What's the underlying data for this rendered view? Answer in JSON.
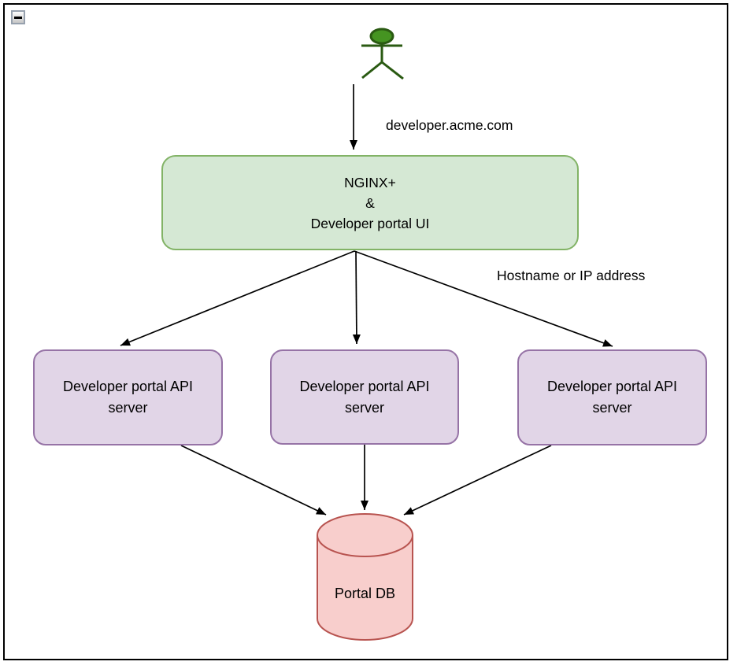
{
  "window": {
    "collapse_button": {
      "icon": "minus-icon"
    }
  },
  "diagram": {
    "labels": {
      "request_url": "developer.acme.com",
      "routing_hint": "Hostname or IP address"
    },
    "gateway": {
      "lines": [
        "NGINX+",
        "&",
        "Developer portal UI"
      ],
      "fill": "#d5e8d4",
      "stroke": "#82b366"
    },
    "api_servers": [
      {
        "label": "Developer portal API server"
      },
      {
        "label": "Developer portal API server"
      },
      {
        "label": "Developer portal API server"
      }
    ],
    "api_server_style": {
      "fill": "#e1d5e7",
      "stroke": "#9673a6"
    },
    "database": {
      "label": "Portal DB",
      "fill": "#f8cecc",
      "stroke": "#b85450"
    },
    "actor_style": {
      "fill": "#459421",
      "stroke": "#2a5a12"
    },
    "arrow_color": "#000000"
  }
}
